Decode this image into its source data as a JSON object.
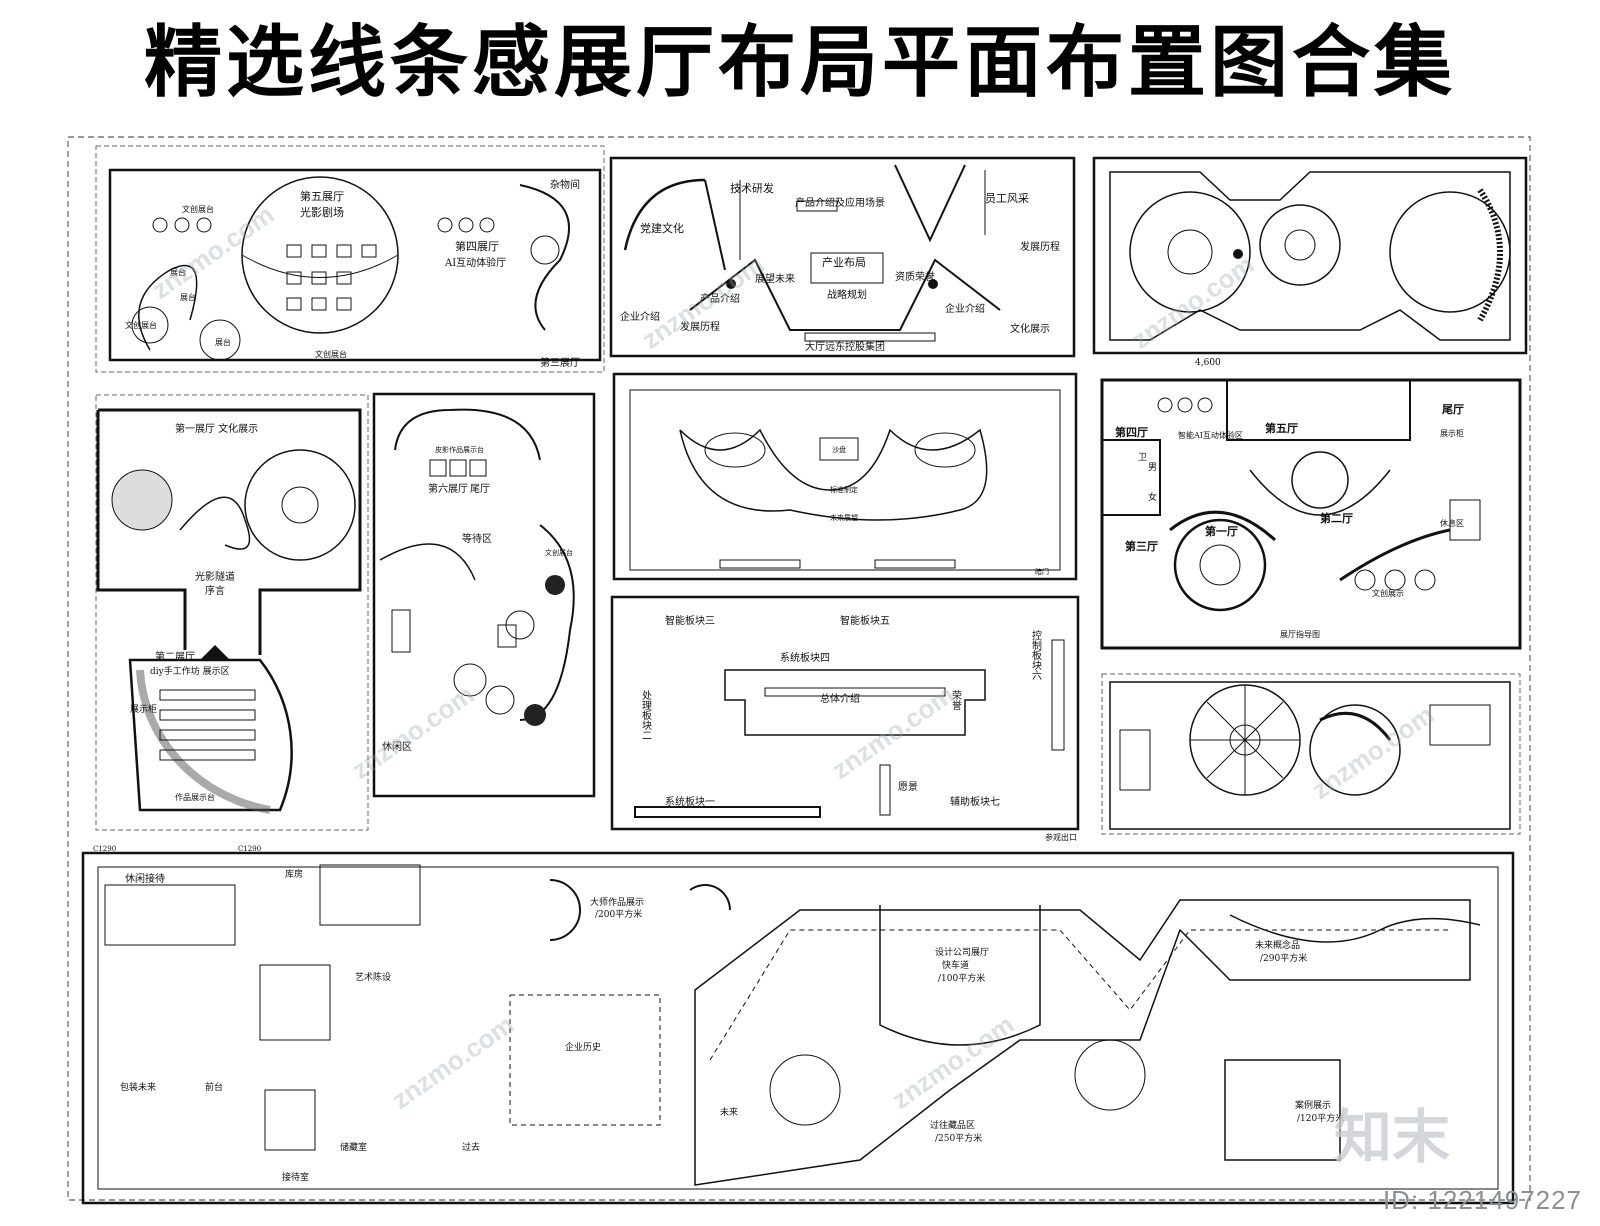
{
  "header": {
    "title": "精选线条感展厅布局平面布置图合集"
  },
  "footer": {
    "id_text": "ID: 1221497227",
    "logo_text": "知末"
  },
  "watermark": {
    "text": "znzmo.com"
  },
  "panels": {
    "p1": {
      "labels": [
        "第五展厅",
        "光影剧场",
        "第四展厅",
        "AI互动体验厅",
        "杂物间",
        "第三展厅",
        "展台",
        "展台",
        "文创展台",
        "文创展台",
        "展台",
        "文创展台"
      ]
    },
    "p2": {
      "labels": [
        "技术研发",
        "产品介绍及应用场景",
        "员工风采",
        "党建文化",
        "产业布局",
        "战略规划",
        "展望未来",
        "资质荣誉",
        "发展历程",
        "产品介绍",
        "企业介绍",
        "企业介绍",
        "发展历程",
        "文化展示",
        "大厅远东控股集团"
      ]
    },
    "p3": {
      "labels": [
        "4,600"
      ]
    },
    "p4": {
      "labels": [
        "第一展厅  文化展示",
        "光影隧道",
        "序言",
        "第二展厅",
        "diy手工作坊  展示区",
        "展示柜",
        "作品展示台"
      ]
    },
    "p5": {
      "labels": [
        "第六展厅",
        "尾厅",
        "等待区",
        "休闲区",
        "皮影作品展示台",
        "文创展台"
      ]
    },
    "p6": {
      "labels": [
        "沙盘",
        "标准制定",
        "未来展望",
        "暗门"
      ]
    },
    "p7": {
      "labels": [
        "第五厅",
        "第四厅",
        "尾厅",
        "智能AI互动体验区",
        "展示柜",
        "第二厅",
        "第一厅",
        "第三厅",
        "休息区",
        "文创展示",
        "男",
        "女",
        "卫",
        "展厅指导图"
      ]
    },
    "p8": {
      "labels": [
        "智能板块三",
        "智能板块五",
        "系统板块四",
        "总体介绍",
        "处理板块二",
        "控制板块六",
        "荣誉",
        "愿景",
        "系统板块一",
        "辅助板块七",
        "参观出口"
      ]
    },
    "p9": {
      "labels": []
    },
    "p10": {
      "labels": [
        "休闲接待",
        "库房",
        "艺术陈设",
        "包装未来",
        "前台",
        "储藏室",
        "接待室",
        "大师作品展示",
        "/200平方米",
        "企业历史",
        "过去",
        "设计公司展厅",
        "快车道",
        "/100平方米",
        "未来",
        "过往藏品区",
        "/250平方米",
        "未来概念品",
        "/290平方米",
        "案例展示",
        "/120平方米",
        "C1290",
        "C1290"
      ]
    }
  }
}
